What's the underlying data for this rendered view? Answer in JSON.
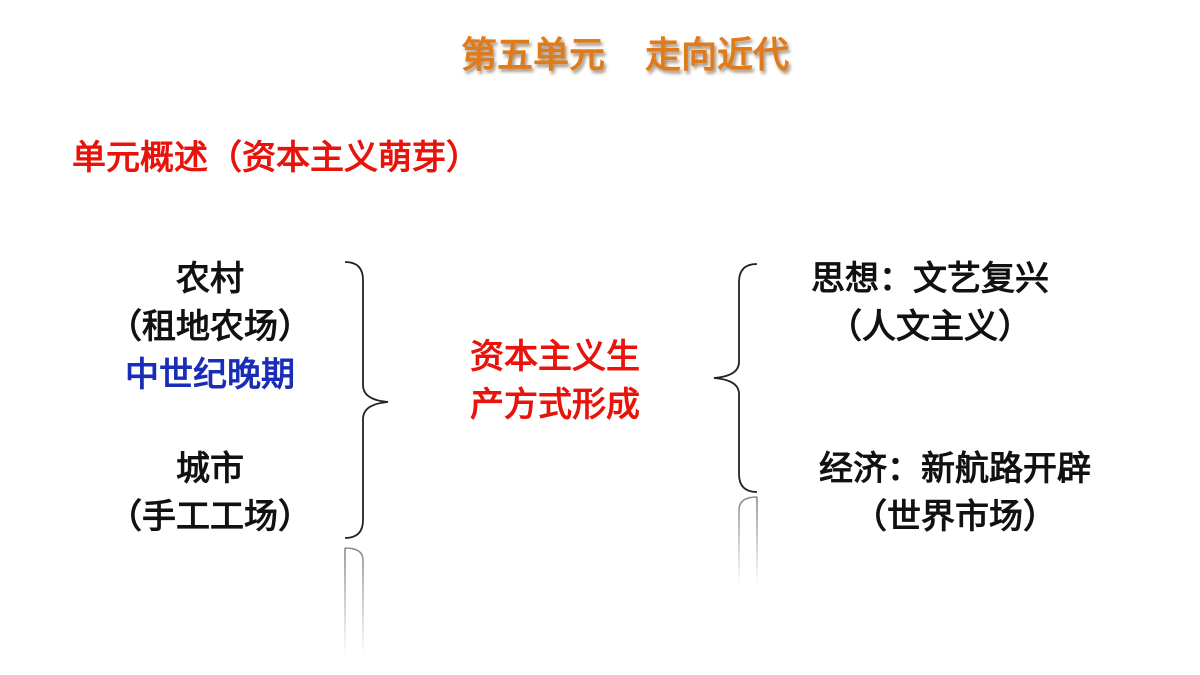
{
  "header": {
    "title_part1": "第五单元",
    "title_part2": "走向近代"
  },
  "section": {
    "label": "单元概述（资本主义萌芽）"
  },
  "diagram": {
    "left": {
      "village_label": "农村",
      "village_detail": "（租地农场）",
      "period": "中世纪晚期",
      "city_label": "城市",
      "city_detail": "（手工工场）"
    },
    "center": {
      "line1": "资本主义生",
      "line2": "产方式形成"
    },
    "right": {
      "thought_label": "思想：文艺复兴",
      "thought_detail": "（人文主义）",
      "economy_label": "经济：新航路开辟",
      "economy_detail": "（世界市场）"
    }
  },
  "colors": {
    "title": "#e07b1a",
    "accent_red": "#e8140c",
    "accent_blue": "#1a2db8",
    "text": "#111111"
  }
}
